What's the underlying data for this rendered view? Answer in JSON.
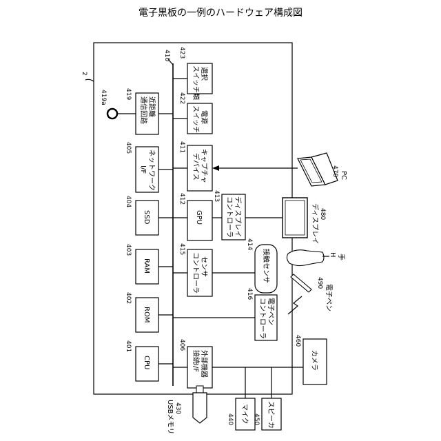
{
  "title": "電子黒板の一例のハードウェア構成図",
  "board_ref": "2",
  "bus_ref": "410",
  "components": {
    "cpu": {
      "ref": "401",
      "label": "CPU"
    },
    "rom": {
      "ref": "402",
      "label": "ROM"
    },
    "ram": {
      "ref": "403",
      "label": "RAM"
    },
    "ssd": {
      "ref": "404",
      "label": "SSD"
    },
    "network": {
      "ref": "405",
      "label1": "ネットワーク",
      "label2": "I/F"
    },
    "external_if": {
      "ref": "406",
      "label1": "外部機器",
      "label2": "接続I/F"
    },
    "capture": {
      "ref": "411",
      "label1": "キャプチャ",
      "label2": "デバイス"
    },
    "gpu": {
      "ref": "412",
      "label": "GPU"
    },
    "display_ctrl": {
      "ref": "413",
      "label1": "ディスプレイ",
      "label2": "コントローラ"
    },
    "contact_sensor": {
      "ref": "414",
      "label": "接触センサ"
    },
    "sensor_ctrl": {
      "ref": "415",
      "label1": "センサ",
      "label2": "コントローラ"
    },
    "pen_ctrl": {
      "ref": "416",
      "label1": "電子ペン",
      "label2": "コントローラ"
    },
    "nfc": {
      "ref": "419",
      "label1": "近距離",
      "label2": "通信回路"
    },
    "antenna": {
      "ref": "419a"
    },
    "power_switch": {
      "ref": "422",
      "label1": "電源",
      "label2": "スイッチ"
    },
    "select_switch": {
      "ref": "423",
      "label1": "選択",
      "label2": "スイッチ類"
    }
  },
  "external": {
    "usb": {
      "ref": "430",
      "label": "USBメモリ"
    },
    "mic": {
      "ref": "440",
      "label": "マイク"
    },
    "speaker": {
      "ref": "450",
      "label": "スピーカ"
    },
    "camera": {
      "ref": "460",
      "label": "カメラ"
    },
    "pc": {
      "ref": "470",
      "label": "PC"
    },
    "display": {
      "ref": "480",
      "label": "ディスプレイ"
    },
    "hand": {
      "ref": "H",
      "label": "手"
    },
    "pen": {
      "ref": "490",
      "label": "電子ペン"
    }
  }
}
